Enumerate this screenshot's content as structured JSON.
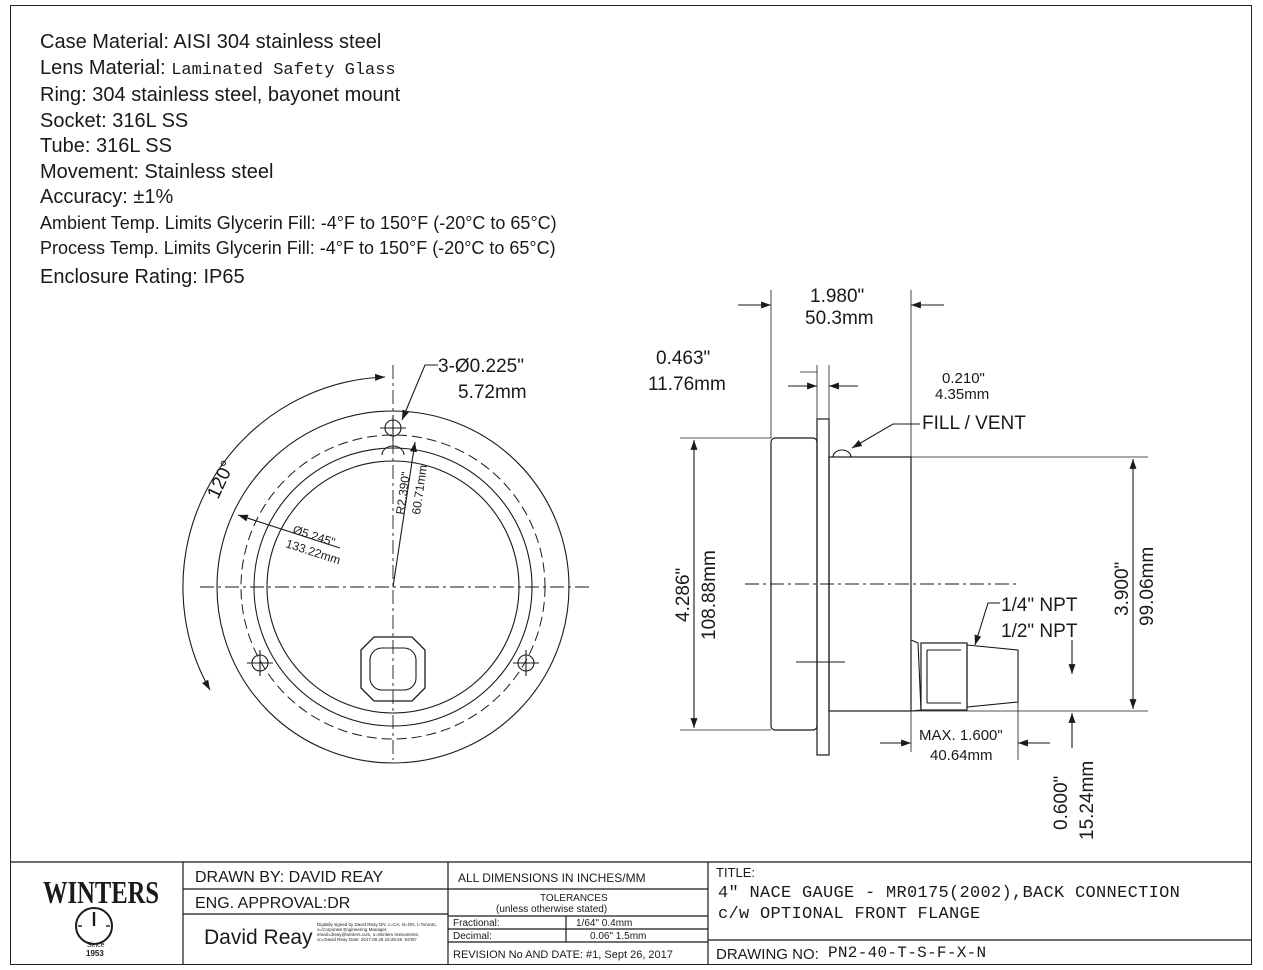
{
  "specs": {
    "case_material": {
      "label": "Case Material:",
      "value": "AISI 304 stainless steel"
    },
    "lens_material": {
      "label": "Lens Material:",
      "value": "Laminated Safety Glass"
    },
    "ring": {
      "label": "Ring:",
      "value": "304 stainless steel, bayonet mount"
    },
    "socket": {
      "label": "Socket:",
      "value": "316L SS"
    },
    "tube": {
      "label": "Tube:",
      "value": "316L SS"
    },
    "movement": {
      "label": "Movement:",
      "value": "Stainless steel"
    },
    "accuracy": {
      "label": "Accuracy:",
      "value": "±1%"
    },
    "ambient_temp": {
      "label": "Ambient Temp. Limits Glycerin Fill:",
      "value": "-4°F to 150°F (-20°C to 65°C)"
    },
    "process_temp": {
      "label": "Process Temp. Limits Glycerin Fill:",
      "value": "-4°F to 150°F (-20°C to 65°C)"
    },
    "enclosure": {
      "label": "Enclosure Rating:",
      "value": "IP65"
    }
  },
  "front_view": {
    "holes_in": "3-Ø0.225\"",
    "holes_mm": "5.72mm",
    "angle": "120°",
    "radius_in": "R2.390\"",
    "radius_mm": "60.71mm",
    "diameter_in": "Ø5.245\"",
    "diameter_mm": "133.22mm"
  },
  "side_view": {
    "depth_in": "1.980\"",
    "depth_mm": "50.3mm",
    "flange_in": "0.463\"",
    "flange_mm": "11.76mm",
    "flange_t_in": "0.210\"",
    "flange_t_mm": "4.35mm",
    "fill_vent": "FILL / VENT",
    "height_in": "4.286\"",
    "height_mm": "108.88mm",
    "dia_in": "3.900\"",
    "dia_mm": "99.06mm",
    "npt_1": "1/4\" NPT",
    "npt_2": "1/2\" NPT",
    "max_in": "MAX. 1.600\"",
    "max_mm": "40.64mm",
    "offset_in": "0.600\"",
    "offset_mm": "15.24mm"
  },
  "title_block": {
    "logo_text": "WINTERS",
    "logo_since": "Since",
    "logo_year": "1953",
    "drawn_by": "DRAWN BY: DAVID REAY",
    "eng_approval": "ENG. APPROVAL:DR",
    "signature": "David Reay",
    "signature_note": "Digitally signed by David Reay DN: c=CA, st=ON, l=Toronto, o=Corporate Engineering Manager, email=dreay@winters.com, o=Winters Instruments, cn=David Reay Date: 2017.09.26 15:28:46 -04'00'",
    "all_dims": "ALL DIMENSIONS IN INCHES/MM",
    "tolerances": "TOLERANCES",
    "unless": "(unless otherwise stated)",
    "fractional": "Fractional:",
    "fractional_val": "1/64\" 0.4mm",
    "decimal": "Decimal:",
    "decimal_val": "0.06\" 1.5mm",
    "revision": "REVISION No AND DATE: #1, Sept  26, 2017",
    "title_label": "TITLE:",
    "title_line1": "4\" NACE GAUGE - MR0175(2002),BACK CONNECTION",
    "title_line2": "c/w OPTIONAL FRONT FLANGE",
    "drawing_no_label": "DRAWING NO:",
    "drawing_no": "PN2-40-T-S-F-X-N"
  }
}
